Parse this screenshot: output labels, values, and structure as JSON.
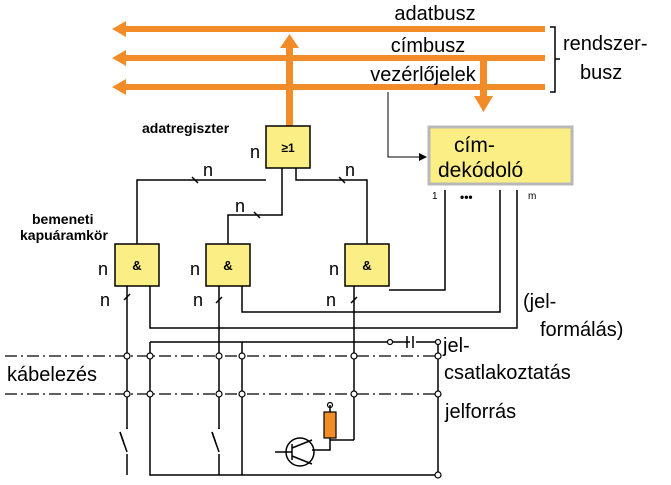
{
  "buses": {
    "data_bus": "adatbusz",
    "address_bus": "címbusz",
    "control_signals": "vezérlőjelek",
    "system_bus_line1": "rendszer-",
    "system_bus_line2": "busz"
  },
  "blocks": {
    "data_register_label": "adatregiszter",
    "or_gate_symbol": "≥1",
    "input_gate_label_line1": "bemeneti",
    "input_gate_label_line2": "kapuáramkör",
    "and_symbol": "&",
    "decoder_line1": "cím-",
    "decoder_line2": "dekódoló",
    "decoder_out_first": "1",
    "decoder_out_dots": "•••",
    "decoder_out_last": "m"
  },
  "bus_width": "n",
  "signal_labels": {
    "shaping_line1": "(jel-",
    "shaping_line2": "formálás)",
    "connection_line1": "jel-",
    "connection_line2": "csatlakoztatás",
    "source": "jelforrás",
    "cabling": "kábelezés"
  },
  "colors": {
    "bus": "#f28c28",
    "gate_fill": "#fbee84",
    "decoder_border": "#b8b8b8",
    "resistor": "#f28c28"
  }
}
